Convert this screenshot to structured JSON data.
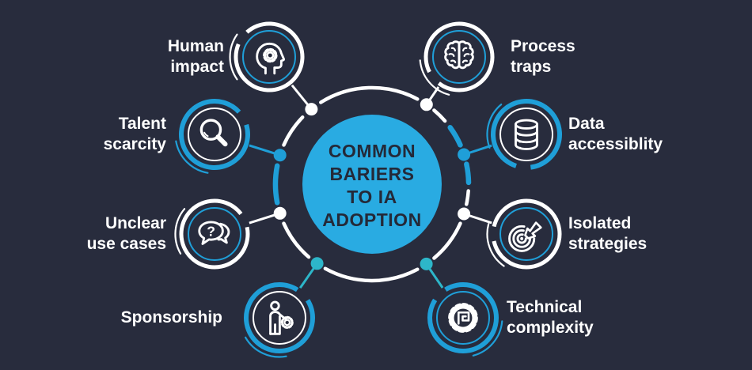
{
  "center": {
    "title": "COMMON\nBARIERS\nTO IA\nADOPTION"
  },
  "colors": {
    "background": "#282c3d",
    "white": "#ffffff",
    "blue": "#1f9fd8",
    "teal": "#2db6c9",
    "center_circle": "#29abe2",
    "title_text": "#242938"
  },
  "nodes": [
    {
      "id": "human-impact",
      "label": "Human\nimpact",
      "icon": "head-gear-icon",
      "ring": "white",
      "inner_ring": "blue",
      "connector": "white"
    },
    {
      "id": "process-traps",
      "label": "Process\ntraps",
      "icon": "brain-icon",
      "ring": "white",
      "inner_ring": "blue",
      "connector": "white"
    },
    {
      "id": "talent-scarcity",
      "label": "Talent\nscarcity",
      "icon": "magnifier-icon",
      "ring": "blue",
      "inner_ring": "white",
      "connector": "blue"
    },
    {
      "id": "data-accessibility",
      "label": "Data\naccessiblity",
      "icon": "database-icon",
      "ring": "blue",
      "inner_ring": "white",
      "connector": "blue"
    },
    {
      "id": "unclear-use-cases",
      "label": "Unclear\nuse cases",
      "icon": "chat-question-icon",
      "ring": "white",
      "inner_ring": "blue",
      "connector": "white"
    },
    {
      "id": "isolated-strategies",
      "label": "Isolated\nstrategies",
      "icon": "target-arrow-icon",
      "ring": "white",
      "inner_ring": "blue",
      "connector": "white"
    },
    {
      "id": "sponsorship",
      "label": "Sponsorship",
      "icon": "person-gear-icon",
      "ring": "blue",
      "inner_ring": "white",
      "connector": "teal"
    },
    {
      "id": "technical-complexity",
      "label": "Technical\ncomplexity",
      "icon": "gear-circuit-icon",
      "ring": "blue",
      "inner_ring": "blue",
      "connector": "teal"
    }
  ]
}
